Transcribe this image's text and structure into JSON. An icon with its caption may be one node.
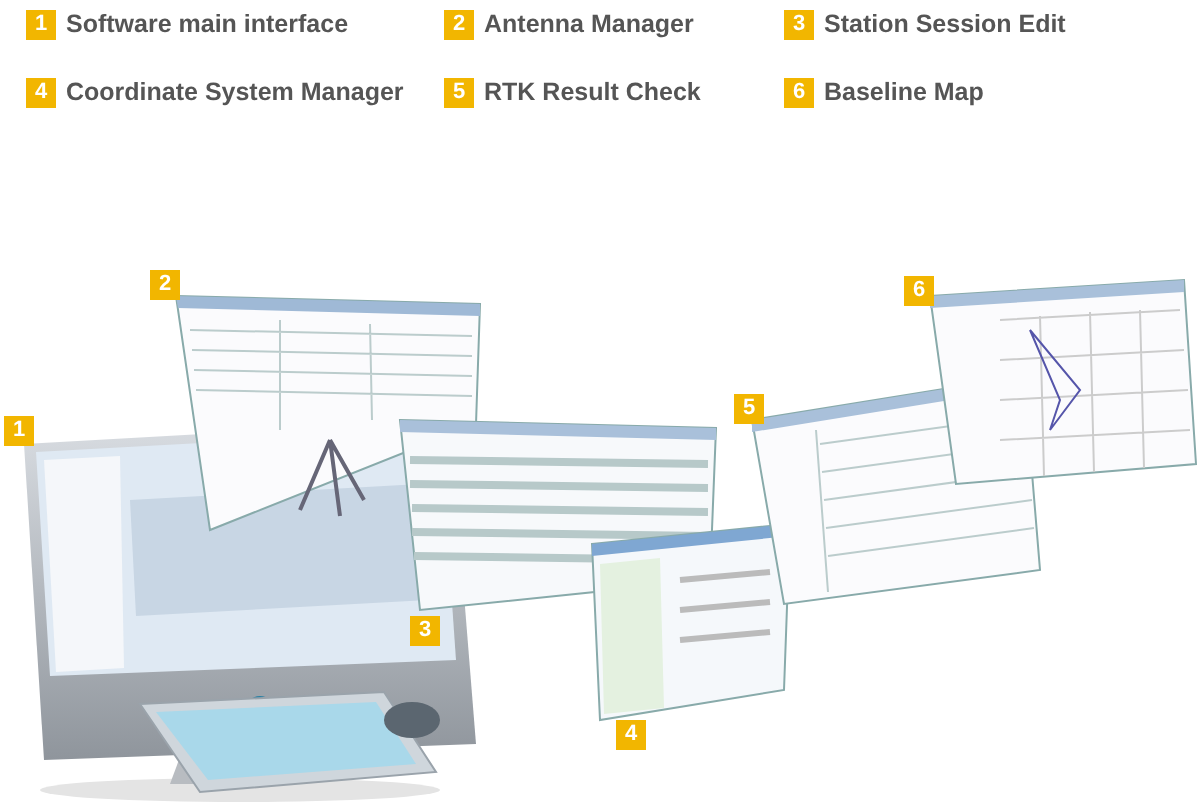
{
  "diagram": {
    "labels": [
      "1",
      "Software main interface",
      "2",
      "Antenna Manager",
      "3",
      "Station Session Edit",
      "4",
      "Coordinate System Manager",
      "5",
      "RTK Result Check",
      "6",
      "Baseline Map",
      "2",
      "6",
      "5",
      "1",
      "3",
      "4"
    ]
  }
}
